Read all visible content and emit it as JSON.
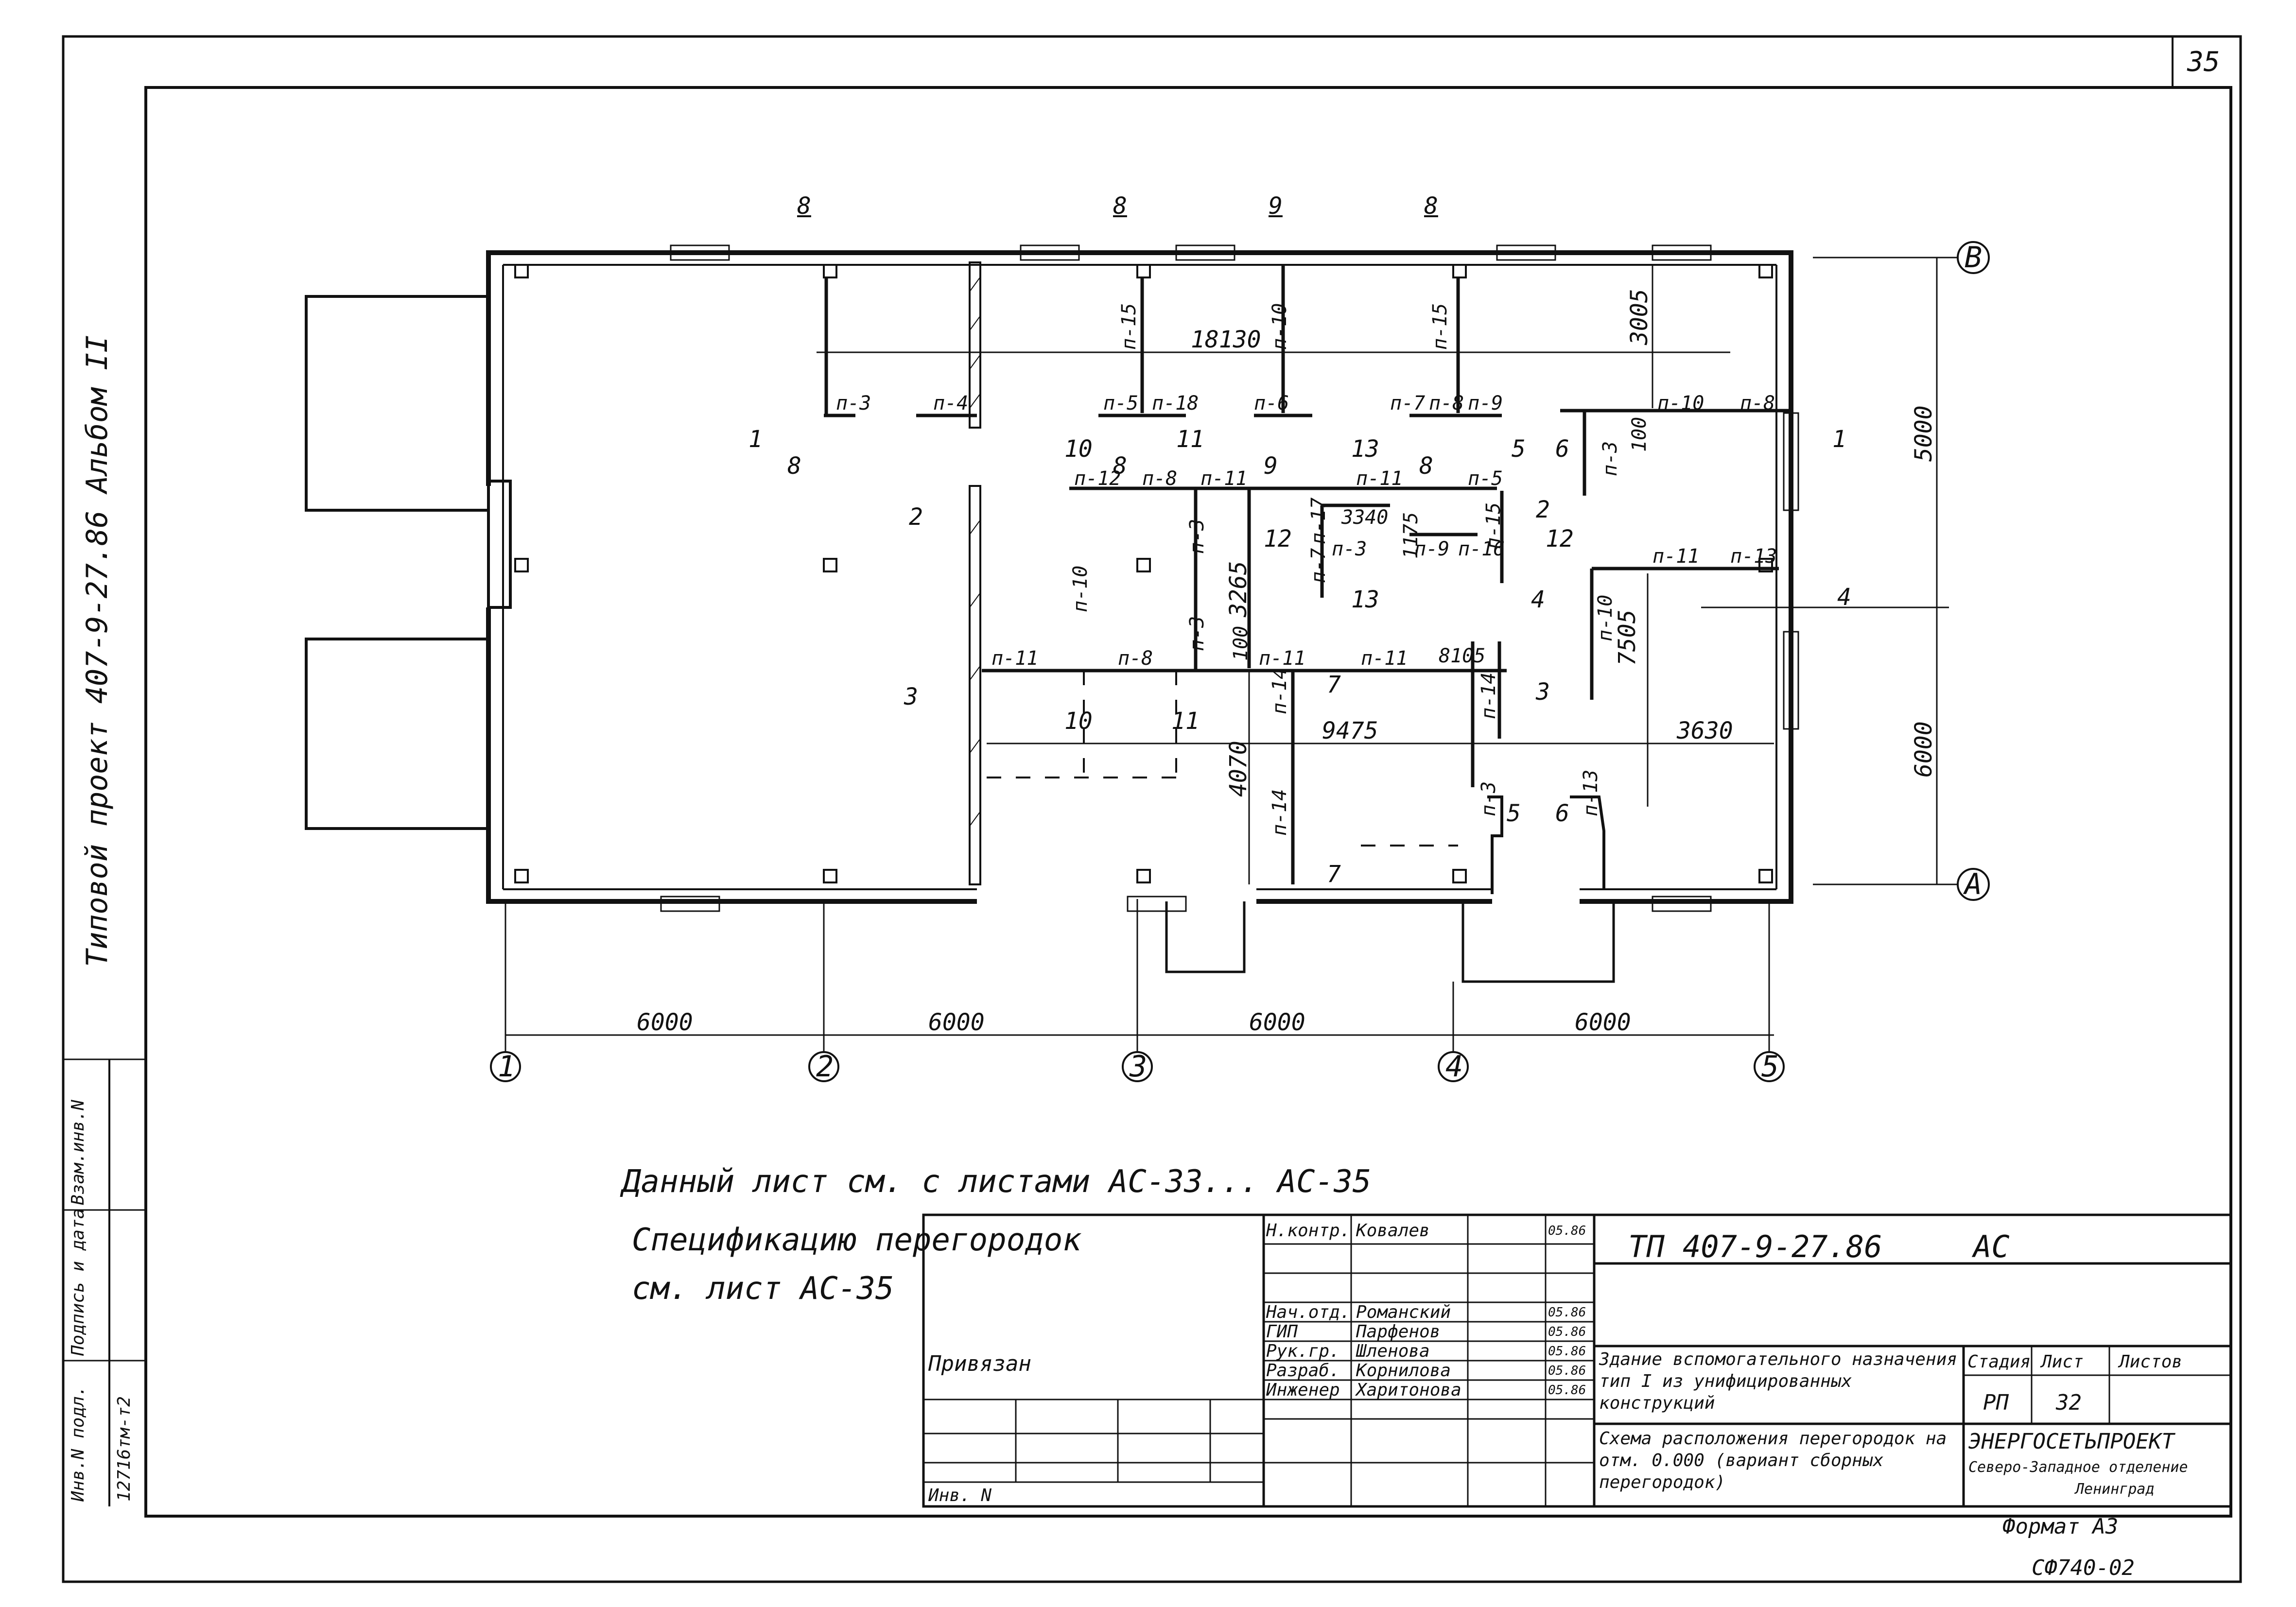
{
  "sheet": {
    "page_number": "35",
    "side_title": "Типовой проект 407-9-27.86 Альбом II",
    "side_labels": [
      "Инв.N подл.",
      "Подпись и дата",
      "Взам.инв.N"
    ],
    "side_inv_value": "12716тм-т2"
  },
  "plan": {
    "axis_numbers": [
      "1",
      "2",
      "3",
      "4",
      "5"
    ],
    "axis_letters": [
      "В",
      "А"
    ],
    "bottom_dims": [
      "6000",
      "6000",
      "6000",
      "6000"
    ],
    "right_dims": [
      "5000",
      "6000"
    ],
    "inner_dims": [
      "18130",
      "3005",
      "3340",
      "1175",
      "3265",
      "100",
      "100",
      "8105",
      "7505",
      "9475",
      "3630",
      "4070"
    ],
    "partition_labels": [
      "п-3",
      "п-4",
      "п-5",
      "п-18",
      "п-6",
      "п-7",
      "п-8",
      "п-9",
      "п-10",
      "п-8",
      "п-15",
      "п-10",
      "п-15",
      "п-12",
      "п-8",
      "п-11",
      "п-11",
      "п-5",
      "п-3",
      "п-17",
      "п-7",
      "п-3",
      "п-9",
      "п-16",
      "п-15",
      "п-10",
      "п-3",
      "п-11",
      "п-8",
      "п-3",
      "п-11",
      "п-11",
      "п-14",
      "п-14",
      "п-14",
      "п-10",
      "п-11",
      "п-13",
      "п-13",
      "п-3"
    ],
    "section_marks": [
      "8",
      "8",
      "9",
      "8",
      "1",
      "8",
      "10",
      "8",
      "11",
      "9",
      "13",
      "8",
      "6",
      "5",
      "1",
      "2",
      "3",
      "12",
      "13",
      "2",
      "12",
      "4",
      "4",
      "7",
      "10",
      "11",
      "3",
      "7",
      "5",
      "6"
    ]
  },
  "notes": {
    "line1": "Данный лист см. с листами АС-33... АС-35",
    "line2": "Спецификацию перегородок",
    "line3": "см. лист АС-35"
  },
  "title_block": {
    "code": "ТП 407-9-27.86",
    "mark": "АС",
    "roles": [
      "Н.контр.",
      "Нач.отд.",
      "ГИП",
      "Рук.гр.",
      "Разраб.",
      "Инженер"
    ],
    "names": [
      "Ковалев",
      "Романский",
      "Парфенов",
      "Шленова",
      "Корнилова",
      "Харитонова"
    ],
    "dates": [
      "05.86",
      "05.86",
      "05.86",
      "05.86",
      "05.86",
      "05.86"
    ],
    "privyazan": "Привязан",
    "inv": "Инв. N",
    "building_title": "Здание вспомогательного назначения тип I из унифицированных конструкций",
    "sheet_title": "Схема расположения перегородок на отм. 0.000 (вариант сборных перегородок)",
    "stage_header": "Стадия",
    "sheet_header": "Лист",
    "sheets_header": "Листов",
    "stage": "РП",
    "sheet_no": "32",
    "org_name": "ЭНЕРГОСЕТЬПРОЕКТ",
    "org_branch": "Северо-Западное отделение",
    "org_city": "Ленинград",
    "format": "Формат А3",
    "archive": "СФ740-02"
  }
}
